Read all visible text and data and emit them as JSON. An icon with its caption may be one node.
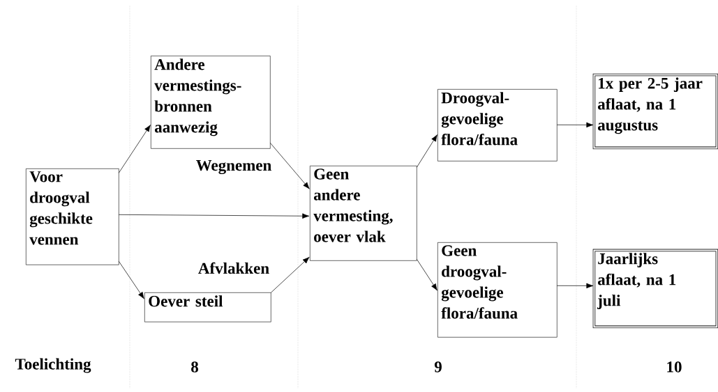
{
  "diagram": {
    "nodes": [
      {
        "text": [
          "Voor droogval geschikte vennen"
        ]
      },
      {
        "text": [
          "Andere vermestings-bronnen aanwezig"
        ]
      },
      {
        "text": [
          "Oever steil"
        ]
      },
      {
        "text": [
          "Geen andere vermesting, oever vlak"
        ]
      },
      {
        "text": [
          "Droogval-gevoelige flora/fauna"
        ]
      },
      {
        "text": [
          "Geen droogval-gevoelige flora/fauna"
        ]
      },
      {
        "text": [
          "1x per 2-5 jaar aflaat, na 1 augustus"
        ]
      },
      {
        "text": [
          "Jaarlijks aflaat, na 1 juli"
        ]
      }
    ],
    "edges": [
      {
        "from": 0,
        "to": 1,
        "arrow": "to"
      },
      {
        "from": 0,
        "to": 3,
        "arrow": "to"
      },
      {
        "from": 0,
        "to": 2,
        "arrow": "to"
      },
      {
        "from": 1,
        "to": 3,
        "arrow": "to",
        "label": "Wegnemen"
      },
      {
        "from": 2,
        "to": 3,
        "arrow": "to",
        "label": "Afvlakken"
      },
      {
        "from": 3,
        "to": 4,
        "arrow": "to"
      },
      {
        "from": 3,
        "to": 5,
        "arrow": "to"
      },
      {
        "from": 4,
        "to": 6,
        "arrow": "to"
      },
      {
        "from": 5,
        "to": 7,
        "arrow": "to"
      }
    ],
    "labels": [
      "Toelichting",
      "8",
      "9",
      "10"
    ]
  }
}
